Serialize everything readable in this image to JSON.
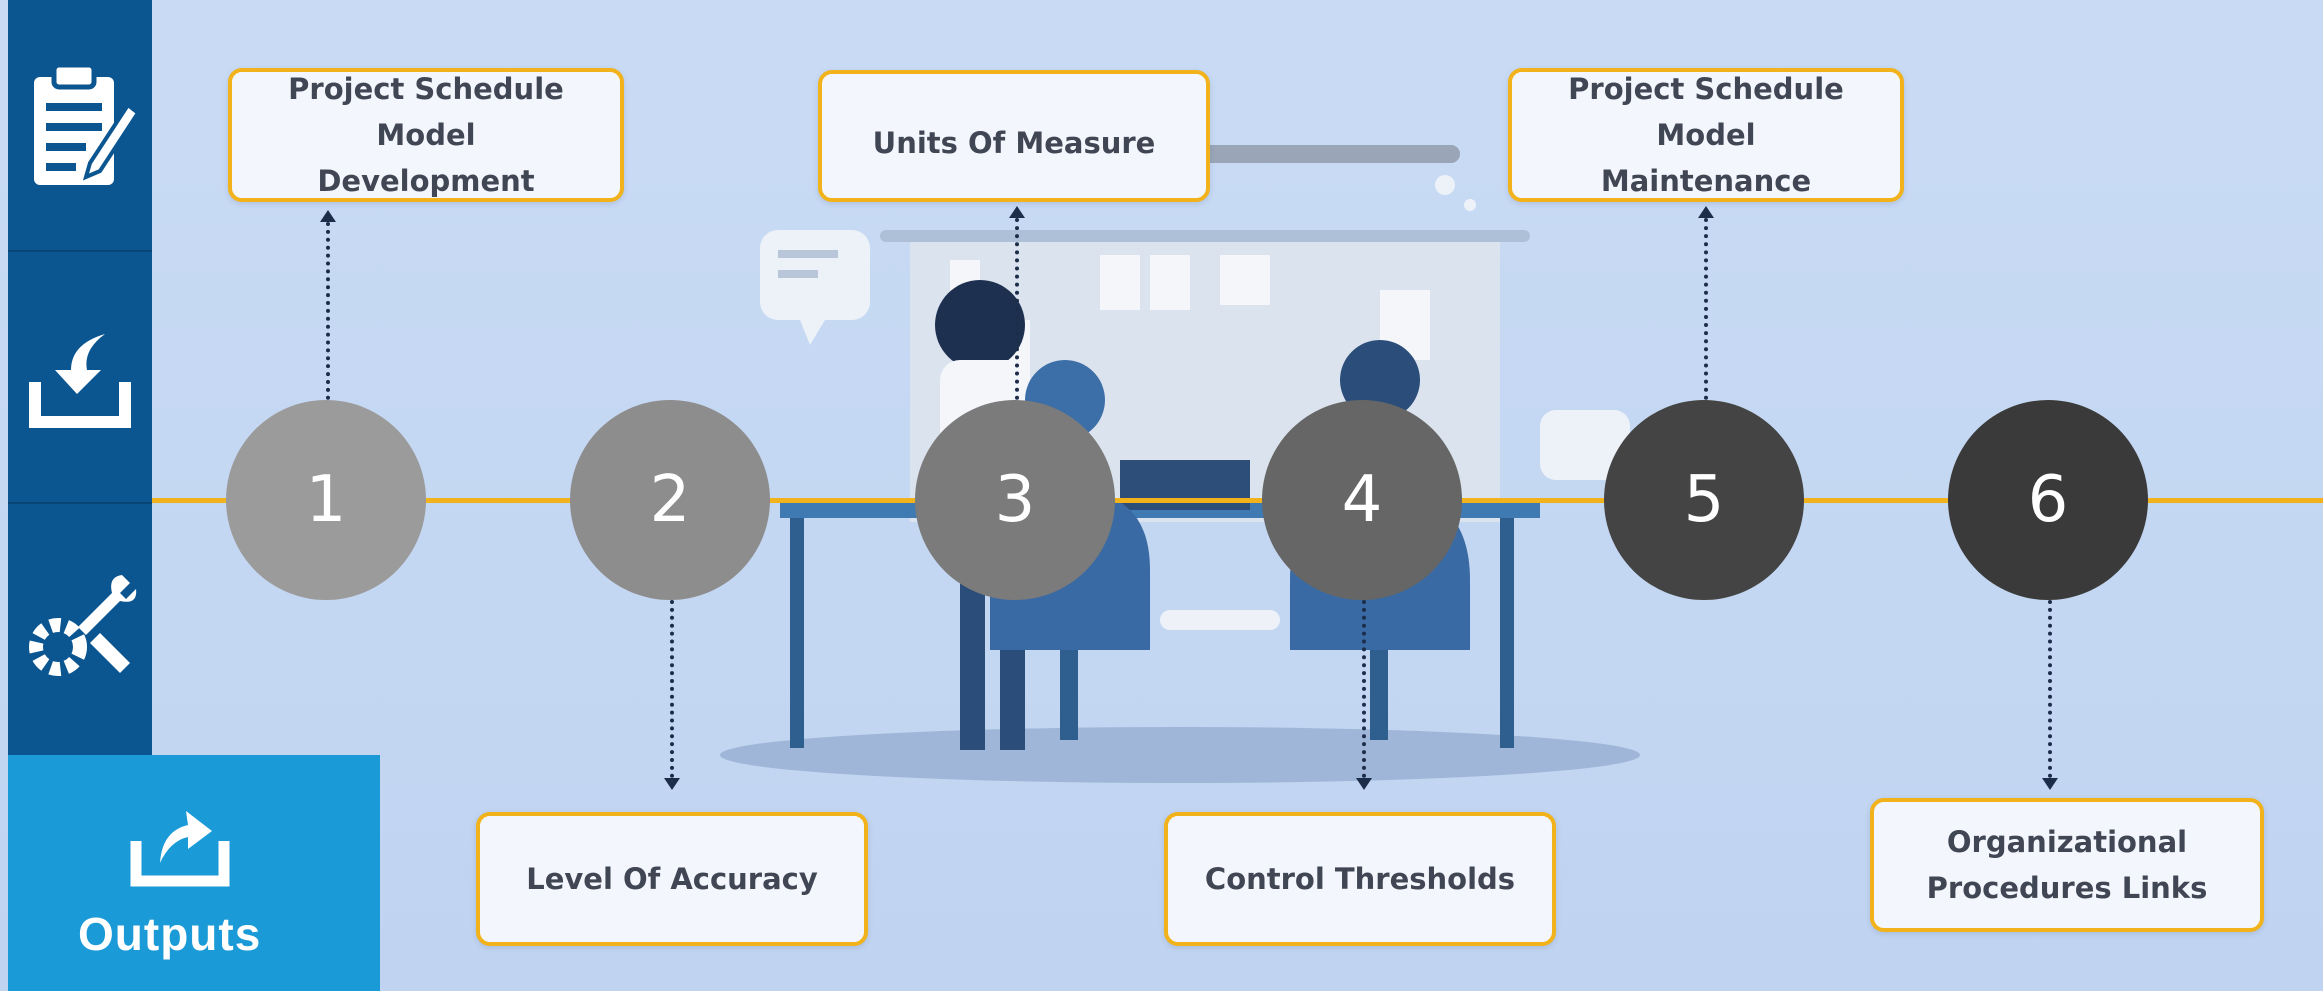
{
  "sidebar": {
    "icons": [
      "clipboard-icon",
      "download-icon",
      "tools-gear-icon"
    ],
    "outputs_tab": {
      "label": "Outputs",
      "icon": "upload-icon"
    }
  },
  "steps": [
    {
      "number": "1",
      "color": "#9b9b9b"
    },
    {
      "number": "2",
      "color": "#8d8d8d"
    },
    {
      "number": "3",
      "color": "#7b7b7b"
    },
    {
      "number": "4",
      "color": "#666666"
    },
    {
      "number": "5",
      "color": "#444444"
    },
    {
      "number": "6",
      "color": "#3a3a3a"
    }
  ],
  "labels": [
    {
      "text": "Project Schedule Model\nDevelopment",
      "step": "1"
    },
    {
      "text": "Level Of Accuracy",
      "step": "2"
    },
    {
      "text": "Units Of Measure",
      "step": "3"
    },
    {
      "text": "Control Thresholds",
      "step": "4"
    },
    {
      "text": "Project Schedule Model\nMaintenance",
      "step": "5"
    },
    {
      "text": "Organizational\nProcedures Links",
      "step": "6"
    }
  ],
  "colors": {
    "background": "#c5d8f3",
    "sidebar": "#0b5690",
    "outputs_tab": "#1a9ad6",
    "timeline": "#f2b21c",
    "label_border": "#f2b21c"
  }
}
